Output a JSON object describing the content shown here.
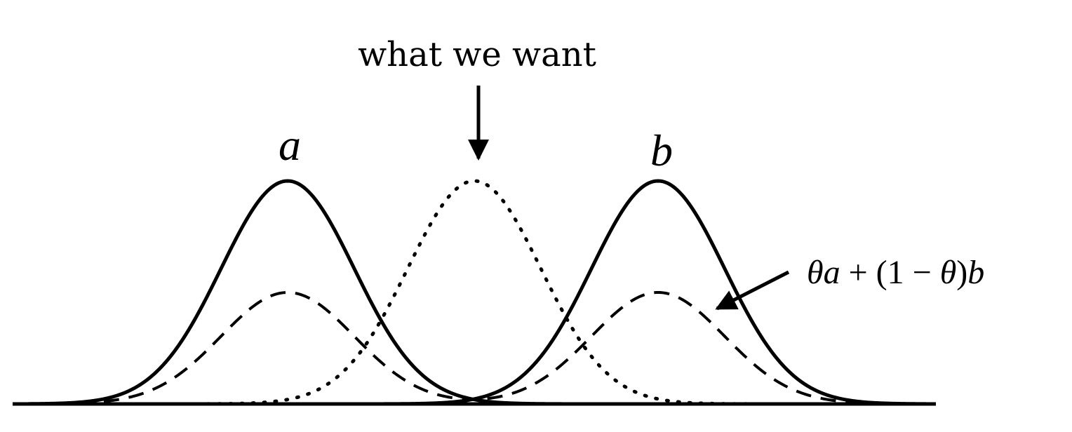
{
  "diagram": {
    "labels": {
      "top": "what we want",
      "left_peak": "a",
      "right_peak": "b",
      "mixture_theta1": "θ",
      "mixture_a": "a",
      "mixture_plus": " + (1 − ",
      "mixture_theta2": "θ",
      "mixture_close": ")",
      "mixture_b": "b"
    },
    "colors": {
      "stroke": "#000000",
      "background": "#ffffff"
    },
    "curves": [
      {
        "name": "a",
        "style": "solid",
        "mean": 410,
        "sigma": 95,
        "height": 318
      },
      {
        "name": "b",
        "style": "solid",
        "mean": 938,
        "sigma": 95,
        "height": 318
      },
      {
        "name": "what we want",
        "style": "dotted",
        "mean": 676,
        "sigma": 95,
        "height": 318
      },
      {
        "name": "theta a + (1 - theta) b",
        "style": "dashed",
        "means": [
          410,
          938
        ],
        "sigma": 95,
        "height": 159
      }
    ]
  }
}
